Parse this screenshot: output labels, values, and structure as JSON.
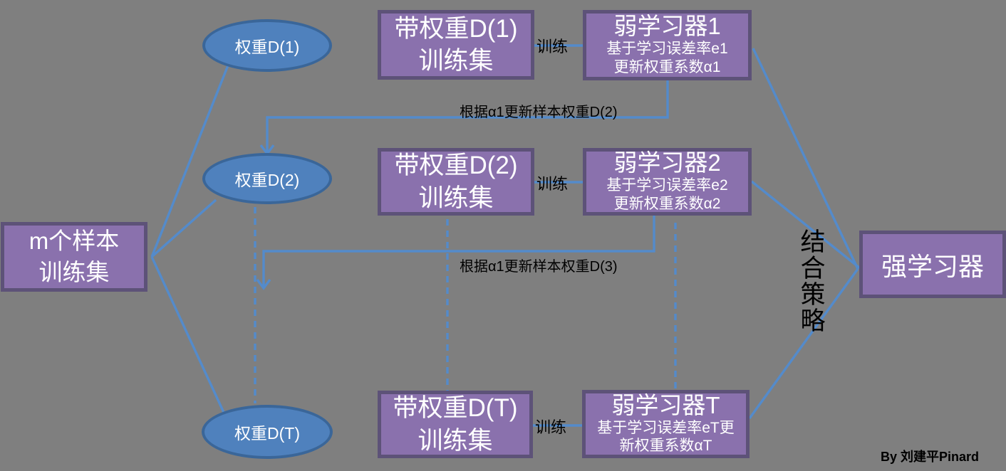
{
  "colors": {
    "background": "#7F7F7F",
    "box_fill": "#8A71AD",
    "box_border": "#5D5278",
    "ellipse_fill": "#4F81BD",
    "ellipse_border": "#3A6699",
    "connector_blue": "#548BCB",
    "box_text": "#FFFFFF",
    "label_text": "#000000"
  },
  "source_box": {
    "line1": "m个样本",
    "line2": "训练集"
  },
  "weights": [
    {
      "label": "权重D(1)"
    },
    {
      "label": "权重D(2)"
    },
    {
      "label": "权重D(T)"
    }
  ],
  "datasets": [
    {
      "line1": "带权重D(1)",
      "line2": "训练集"
    },
    {
      "line1": "带权重D(2)",
      "line2": "训练集"
    },
    {
      "line1": "带权重D(T)",
      "line2": "训练集"
    }
  ],
  "learners": [
    {
      "title": "弱学习器1",
      "sub1": "基于学习误差率e1",
      "sub2": "更新权重系数α1"
    },
    {
      "title": "弱学习器2",
      "sub1": "基于学习误差率e2",
      "sub2": "更新权重系数α2"
    },
    {
      "title": "弱学习器T",
      "sub1": "基于学习误差率eT更",
      "sub2": "新权重系数αT"
    }
  ],
  "train_labels": [
    "训练",
    "训练",
    "训练"
  ],
  "update_labels": [
    "根据α1更新样本权重D(2)",
    "根据α1更新样本权重D(3)"
  ],
  "combine_strategy": "结合策略",
  "strong_learner": "强学习器",
  "credit": "By 刘建平Pinard"
}
